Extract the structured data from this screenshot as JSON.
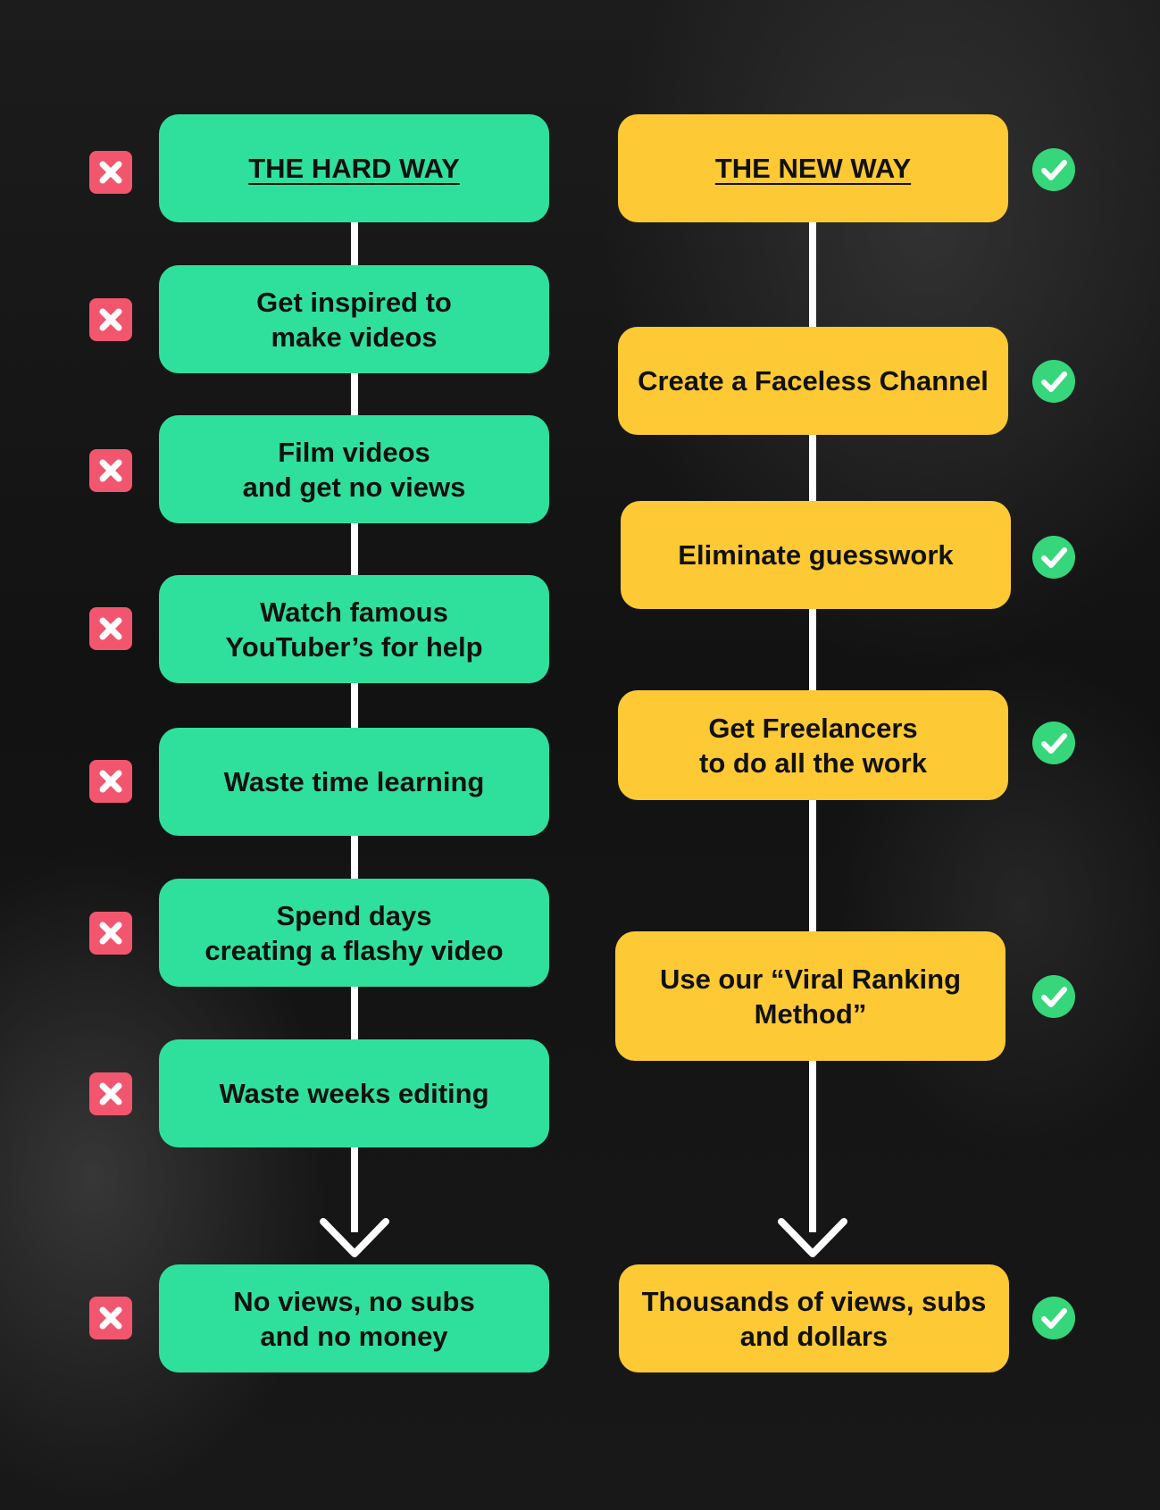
{
  "hard_way": {
    "title": "THE HARD WAY",
    "steps": [
      "Get inspired to\nmake videos",
      "Film videos\nand get no views",
      "Watch famous\nYouTuber’s for help",
      "Waste time learning",
      "Spend days\ncreating a flashy video",
      "Waste weeks editing"
    ],
    "result": "No views, no subs\nand no money"
  },
  "new_way": {
    "title": "THE NEW WAY",
    "steps": [
      "Create a Faceless Channel",
      "Eliminate guesswork",
      "Get Freelancers\nto do all the work",
      "Use our “Viral Ranking\nMethod”"
    ],
    "result": "Thousands of views, subs\nand dollars"
  },
  "colors": {
    "hard_box": "#2fe09c",
    "new_box": "#fdc934",
    "cross_badge": "#f2566e",
    "check_badge": "#36d67a",
    "connector": "#ffffff"
  },
  "icons": {
    "cross": "cross-icon",
    "check": "checkmark-icon",
    "arrow": "arrow-down-icon"
  }
}
